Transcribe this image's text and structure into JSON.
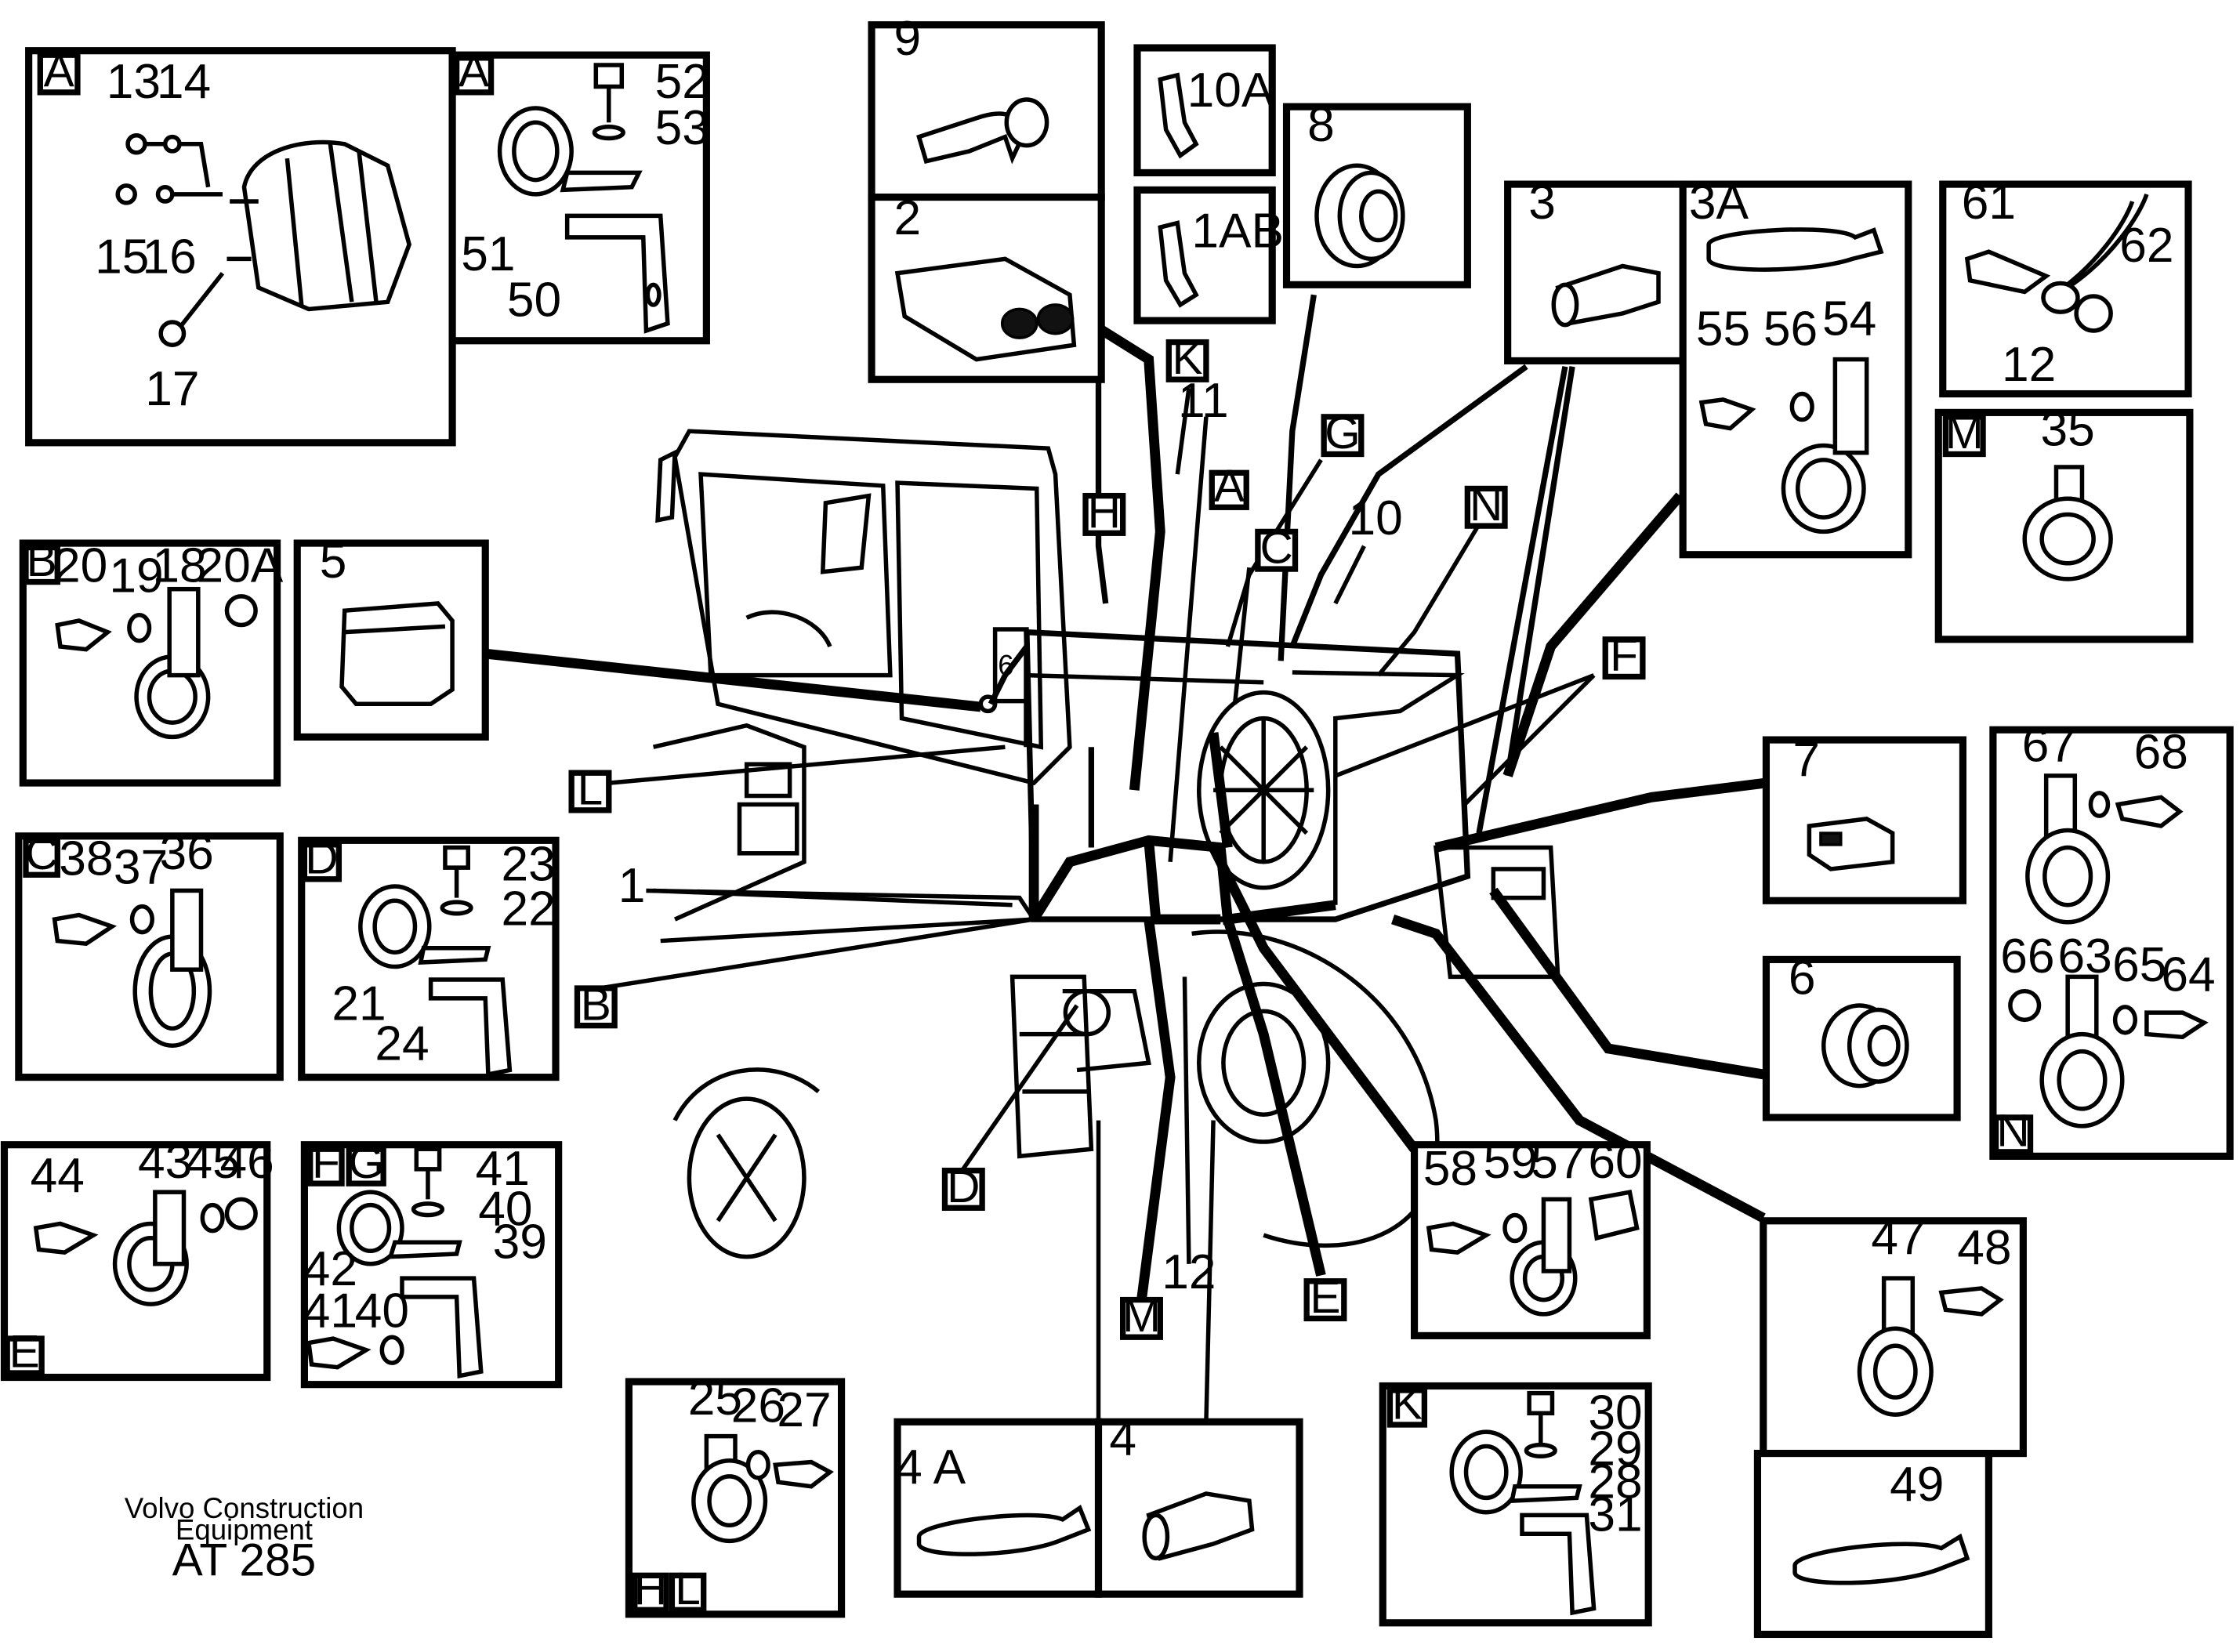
{
  "footer": {
    "publisher_line1": "Volvo Construction",
    "publisher_line2": "Equipment",
    "drawing_code": "AT 285"
  },
  "main_labels": {
    "cable_main": "1",
    "cable_10": "10",
    "cable_11": "11",
    "cable_12": "12",
    "pos_A": "A",
    "pos_B": "B",
    "pos_C": "C",
    "pos_D": "D",
    "pos_E": "E",
    "pos_F": "F",
    "pos_G": "G",
    "pos_H": "H",
    "pos_K": "K",
    "pos_L": "L",
    "pos_M": "M",
    "pos_N": "N"
  },
  "panels": {
    "A_alt": {
      "tag": "A",
      "labels": [
        "13",
        "14",
        "15",
        "16",
        "17"
      ]
    },
    "A_clip": {
      "tag": "A",
      "labels": [
        "52",
        "53",
        "51",
        "50"
      ]
    },
    "p9": {
      "tag": "9"
    },
    "p2": {
      "tag": "2"
    },
    "p10A": {
      "label": "10A"
    },
    "p1AB": {
      "label": "1AB"
    },
    "p8": {
      "tag": "8"
    },
    "p3": {
      "tag": "3"
    },
    "p3A": {
      "tag": "3A",
      "labels": [
        "55",
        "56",
        "54"
      ]
    },
    "p61": {
      "labels": [
        "61",
        "62",
        "12"
      ]
    },
    "M": {
      "tag": "M",
      "labels": [
        "35"
      ]
    },
    "B": {
      "tag": "B",
      "labels": [
        "20",
        "19",
        "18",
        "20A"
      ]
    },
    "p5": {
      "tag": "5"
    },
    "C": {
      "tag": "C",
      "labels": [
        "38",
        "37",
        "36"
      ]
    },
    "D": {
      "tag": "D",
      "labels": [
        "23",
        "22",
        "21",
        "24"
      ]
    },
    "p7": {
      "tag": "7"
    },
    "N": {
      "tag": "N",
      "labels": [
        "67",
        "68",
        "66",
        "63",
        "65",
        "64"
      ]
    },
    "p6": {
      "tag": "6"
    },
    "E": {
      "tag": "E",
      "labels": [
        "44",
        "43",
        "45",
        "46"
      ]
    },
    "FG": {
      "tag1": "F",
      "tag2": "G",
      "labels": [
        "41",
        "40",
        "39",
        "42",
        "41",
        "40"
      ]
    },
    "p58": {
      "labels": [
        "58",
        "59",
        "57",
        "60"
      ]
    },
    "p47": {
      "labels": [
        "47",
        "48"
      ]
    },
    "HL": {
      "tag1": "H",
      "tag2": "L",
      "labels": [
        "25",
        "26",
        "27"
      ]
    },
    "p4A": {
      "tag": "4 A"
    },
    "p4": {
      "tag": "4"
    },
    "K": {
      "tag": "K",
      "labels": [
        "30",
        "29",
        "28",
        "31"
      ]
    },
    "p49": {
      "labels": [
        "49"
      ]
    }
  }
}
